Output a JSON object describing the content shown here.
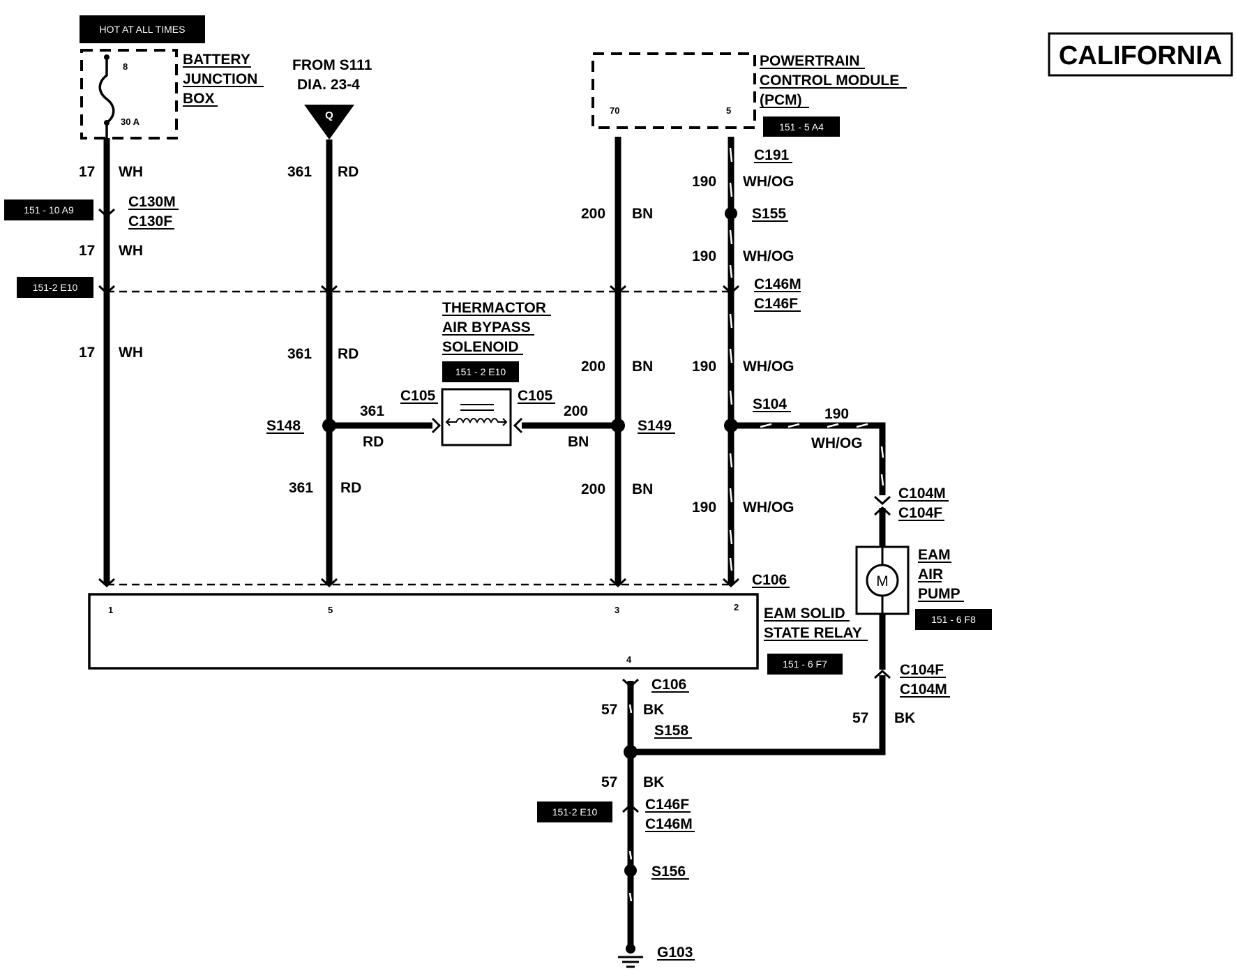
{
  "region_label": "CALIFORNIA",
  "power": {
    "hot_label": "HOT AT ALL TIMES",
    "fuse_top_pin": "8",
    "fuse_rating": "30 A",
    "box_lines": [
      "BATTERY",
      "JUNCTION",
      "BOX"
    ]
  },
  "source": {
    "lines": [
      "FROM S111",
      "DIA. 23-4"
    ],
    "connector_letter": "Q"
  },
  "pcm": {
    "lines": [
      "POWERTRAIN",
      "CONTROL MODULE",
      "(PCM)"
    ],
    "pin_left": "70",
    "pin_right": "5",
    "ref": "151 - 5 A4"
  },
  "wires": {
    "w17": {
      "num": "17",
      "color": "WH"
    },
    "w361": {
      "num": "361",
      "color": "RD"
    },
    "w200": {
      "num": "200",
      "color": "BN"
    },
    "w190": {
      "num": "190",
      "color": "WH/OG"
    },
    "w57": {
      "num": "57",
      "color": "BK"
    }
  },
  "connectors": {
    "c130m": "C130M",
    "c130f": "C130F",
    "c191": "C191",
    "c146m": "C146M",
    "c146f": "C146F",
    "c105": "C105",
    "c104m": "C104M",
    "c104f": "C104F",
    "c106": "C106"
  },
  "splices": {
    "s155": "S155",
    "s148": "S148",
    "s149": "S149",
    "s104": "S104",
    "s158": "S158",
    "s156": "S156"
  },
  "ground": "G103",
  "refs": {
    "c130": "151 - 10 A9",
    "c146_top": "151-2 E10",
    "solenoid": "151 - 2 E10",
    "pump": "151 - 6 F8",
    "relay": "151 - 6 F7",
    "c146_bottom": "151-2 E10"
  },
  "solenoid": {
    "lines": [
      "THERMACTOR",
      "AIR BYPASS",
      "SOLENOID"
    ]
  },
  "pump": {
    "lines": [
      "EAM",
      "AIR",
      "PUMP"
    ],
    "motor_symbol": "M"
  },
  "relay": {
    "lines": [
      "EAM SOLID",
      "STATE RELAY"
    ],
    "pins": {
      "p1": "1",
      "p5": "5",
      "p3": "3",
      "p2": "2",
      "p4": "4"
    }
  }
}
